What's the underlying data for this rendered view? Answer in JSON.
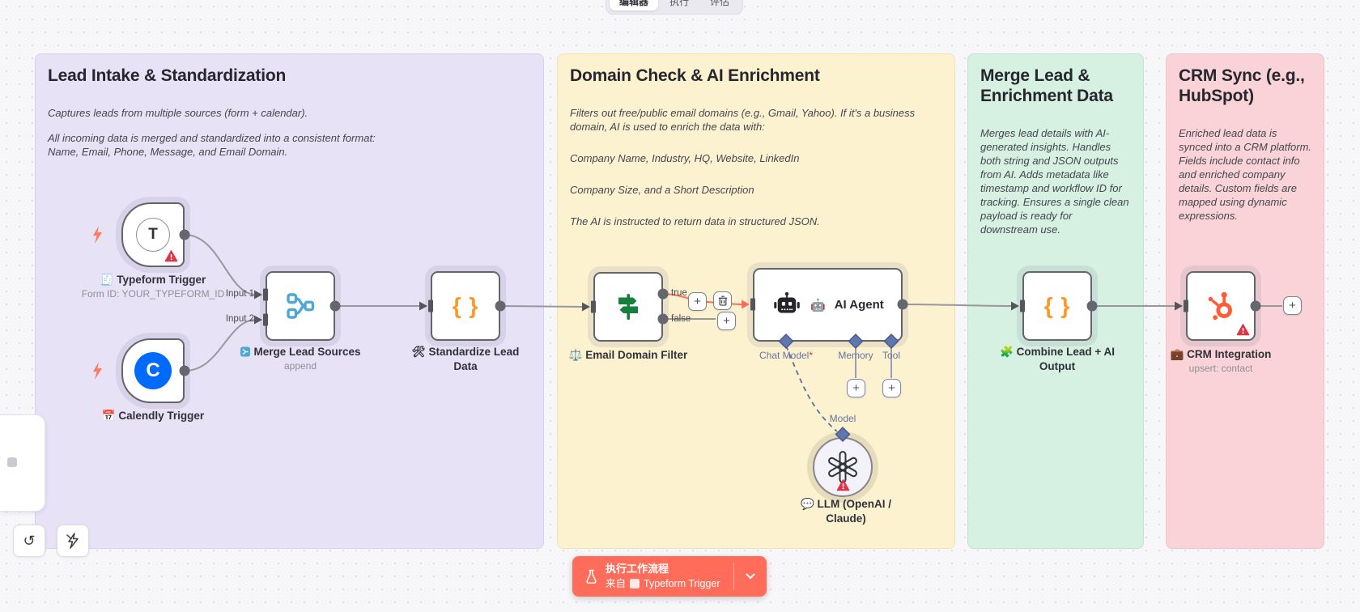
{
  "colors": {
    "accent_orange": "#ff6d5a",
    "sticky_purple": "#e7e2f6",
    "sticky_yellow": "#fdf2cf",
    "sticky_green": "#d6f0e2",
    "sticky_pink": "#f9d3d8",
    "node_border": "#62656b",
    "connection_gray": "#97989f",
    "ai_connector_blue": "#6176ac",
    "warning_red": "#dc3545",
    "hubspot_orange": "#ff5c35",
    "code_orange": "#ff9822",
    "merge_blue": "#4da9d4",
    "switch_green": "#157f3c",
    "calendly_blue": "#006bfa"
  },
  "tabs": {
    "editor": "编辑器",
    "executions": "执行",
    "evaluations": "评估"
  },
  "stickies": {
    "lead_intake": {
      "title": "Lead Intake & Standardization",
      "p1": "Captures leads from multiple sources (form + calendar).",
      "p2": "All incoming data is merged and standardized into a consistent format: Name, Email, Phone, Message, and Email Domain."
    },
    "domain_check": {
      "title": "Domain Check & AI Enrichment",
      "p1": "Filters out free/public email domains (e.g., Gmail, Yahoo). If it's a business domain, AI is used to enrich the data with:",
      "p2": "Company Name, Industry, HQ, Website, LinkedIn",
      "p3": "Company Size, and a Short Description",
      "p4": "The AI is instructed to return data in structured JSON."
    },
    "merge_lead": {
      "title": "Merge Lead & Enrichment Data",
      "p1": "Merges lead details with AI-generated insights. Handles both string and JSON outputs from AI. Adds metadata like timestamp and workflow ID for tracking. Ensures a single clean payload is ready for downstream use."
    },
    "crm_sync": {
      "title": "CRM Sync (e.g., HubSpot)",
      "p1": "Enriched lead data is synced into a CRM platform. Fields include contact info and enriched company details. Custom fields are mapped using dynamic expressions."
    }
  },
  "nodes": {
    "typeform": {
      "label": "🧾 Typeform Trigger",
      "sublabel": "Form ID: YOUR_TYPEFORM_ID",
      "icon_letter": "T"
    },
    "calendly": {
      "label": "📅 Calendly Trigger",
      "icon_letter": "C"
    },
    "merge": {
      "label": "Merge Lead Sources",
      "sublabel": "append",
      "input1": "Input 1",
      "input2": "Input 2"
    },
    "standardize": {
      "label": "🛠 Standardize Lead Data",
      "icon": "{ }"
    },
    "filter": {
      "label": "⚖️ Email Domain Filter",
      "true_label": "true",
      "false_label": "false"
    },
    "ai_agent": {
      "label": "AI Agent",
      "emoji": "🤖",
      "chat_model": "Chat Model",
      "required_mark": "*",
      "memory": "Memory",
      "tool": "Tool",
      "model": "Model"
    },
    "llm": {
      "label": "💬 LLM (OpenAI / Claude)"
    },
    "combine": {
      "label": "🧩 Combine Lead + AI Output",
      "icon": "{ }"
    },
    "crm": {
      "label": "💼 CRM Integration",
      "sublabel": "upsert: contact"
    }
  },
  "buttons": {
    "plus": "+",
    "undo": "↺"
  },
  "execute_button": {
    "title": "执行工作流程",
    "from_label": "来自",
    "node_name": "Typeform Trigger"
  }
}
